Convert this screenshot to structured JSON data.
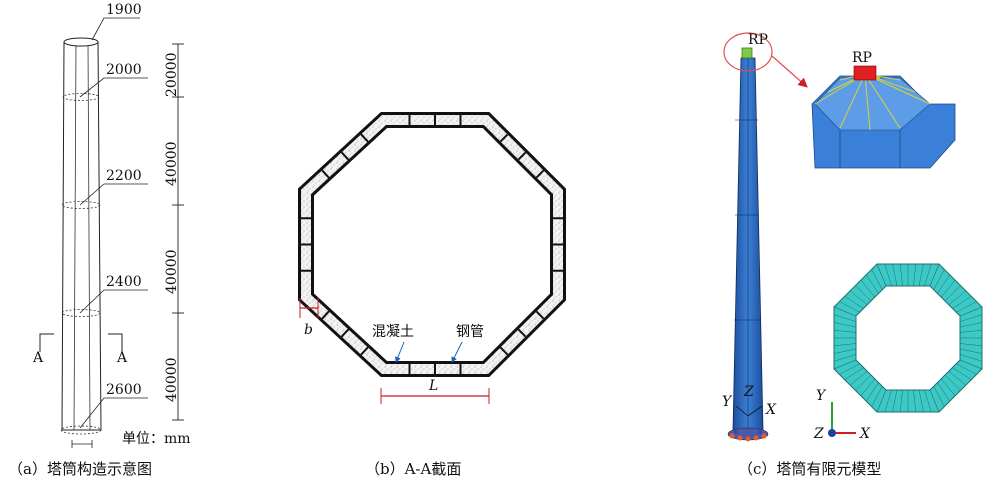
{
  "panel_a": {
    "top_dimension": "1900",
    "section_widths": [
      "2000",
      "2200",
      "2400",
      "2600"
    ],
    "segment_heights": [
      "20000",
      "40000",
      "40000",
      "40000"
    ],
    "section_mark": "A",
    "unit_label": "单位：mm",
    "caption": "（a）塔筒构造示意图"
  },
  "panel_b": {
    "concrete_label": "混凝土",
    "steel_label": "钢管",
    "dim_b": "b",
    "dim_L": "L",
    "caption": "（b）A-A截面"
  },
  "panel_c": {
    "rp_label": "RP",
    "rp_detail_label": "RP",
    "axis_x": "X",
    "axis_y": "Y",
    "axis_z": "Z",
    "caption": "（c）塔筒有限元模型"
  },
  "colors": {
    "tower_blue": "#2e6fc4",
    "fe_section": "#3cc9c6",
    "ref_point": "#e02020",
    "coupling_lines": "#d8d23a",
    "dim_red": "#cc1f1f"
  }
}
